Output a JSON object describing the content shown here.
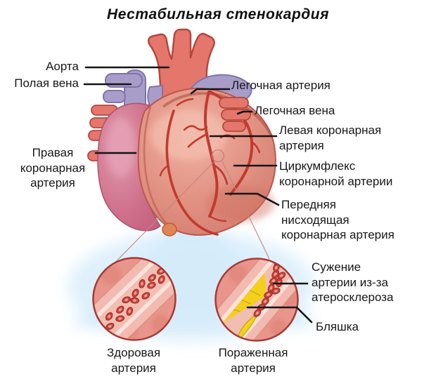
{
  "title": "Нестабильная стенокардия",
  "labels": {
    "aorta": "Аорта",
    "vena_cava": "Полая вена",
    "pulmonary_artery": "Легочная артерия",
    "pulmonary_vein": "Легочная вена",
    "left_coronary": "Левая коронарная\nартерия",
    "circumflex": "Циркумфлекс\nкоронарной артерии",
    "anterior_descending": "Передняя\nнисходящая\nкоронарная артерия",
    "right_coronary": "Правая\nкоронарная\nартерия",
    "narrowing": "Сужение\nартерии из-за\nатеросклероза",
    "plaque": "Бляшка",
    "healthy_artery": "Здоровая\nартерия",
    "affected_artery": "Пораженная\nартерия"
  },
  "colors": {
    "heart_salmon": "#e29384",
    "coronary_red": "#c23a30",
    "atrium_pink": "#d0718c",
    "vessel_purple": "#a89dc9",
    "aorta_salmon": "#e4766b",
    "plaque_yellow": "#f2d01c",
    "plaque_outline": "#c7a50f",
    "glow_blue": "#cfe9fa",
    "inset_outline": "#a63a32",
    "leader_black": "#141414"
  }
}
